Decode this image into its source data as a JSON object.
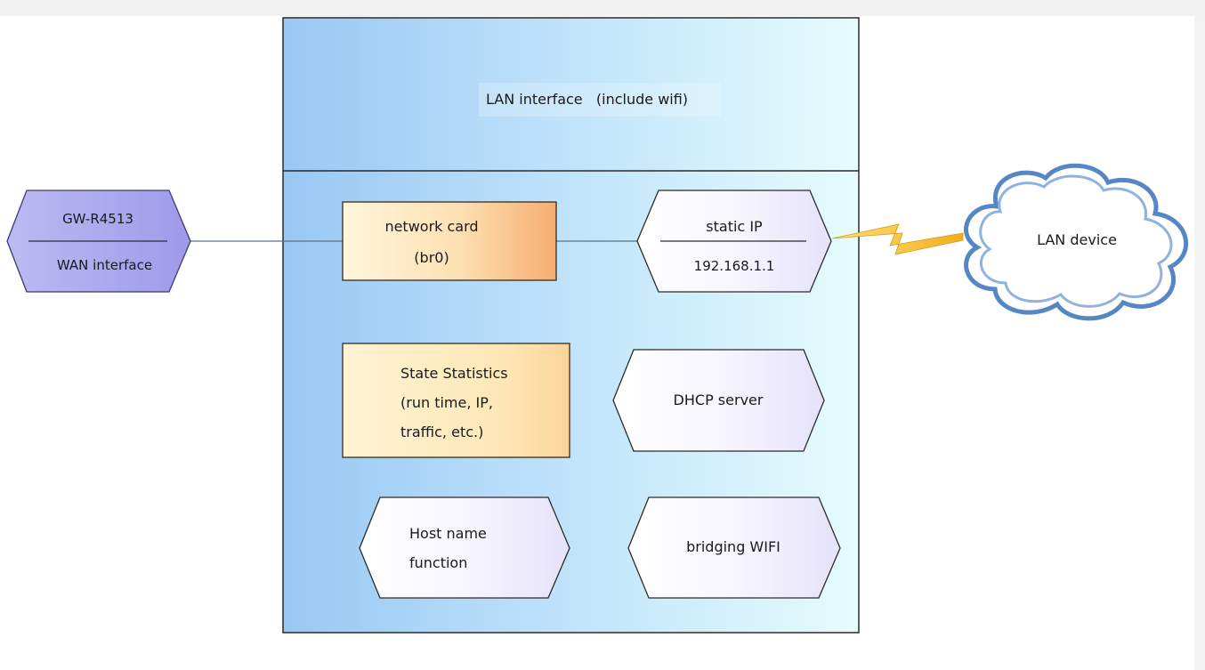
{
  "wan_node": {
    "title": "GW-R4513",
    "subtitle": "WAN interface"
  },
  "lan_panel": {
    "title": "LAN interface   (include wifi)"
  },
  "network_card": {
    "line1": "network card",
    "line2": "(br0)"
  },
  "static_ip": {
    "title": "static IP",
    "value": "192.168.1.1"
  },
  "lan_device": {
    "label": "LAN device"
  },
  "state_statistics": {
    "line1": "State Statistics",
    "line2": "(run time, IP,",
    "line3": "traffic, etc.)"
  },
  "dhcp_server": {
    "label": "DHCP server"
  },
  "host_name": {
    "line1": "Host name",
    "line2": "function"
  },
  "bridging_wifi": {
    "label": "bridging WIFI"
  },
  "colors": {
    "panel_blue": "#9ecbf5",
    "panel_light": "#e4fbfd",
    "card_orange": "#f7b77c",
    "card_cream": "#fff0c8",
    "hex_purple": "#aaa6ef",
    "hex_pale": "#f4f2fd",
    "cloud_blue": "#4d7fbf",
    "lightning": "#f6bf2a"
  }
}
